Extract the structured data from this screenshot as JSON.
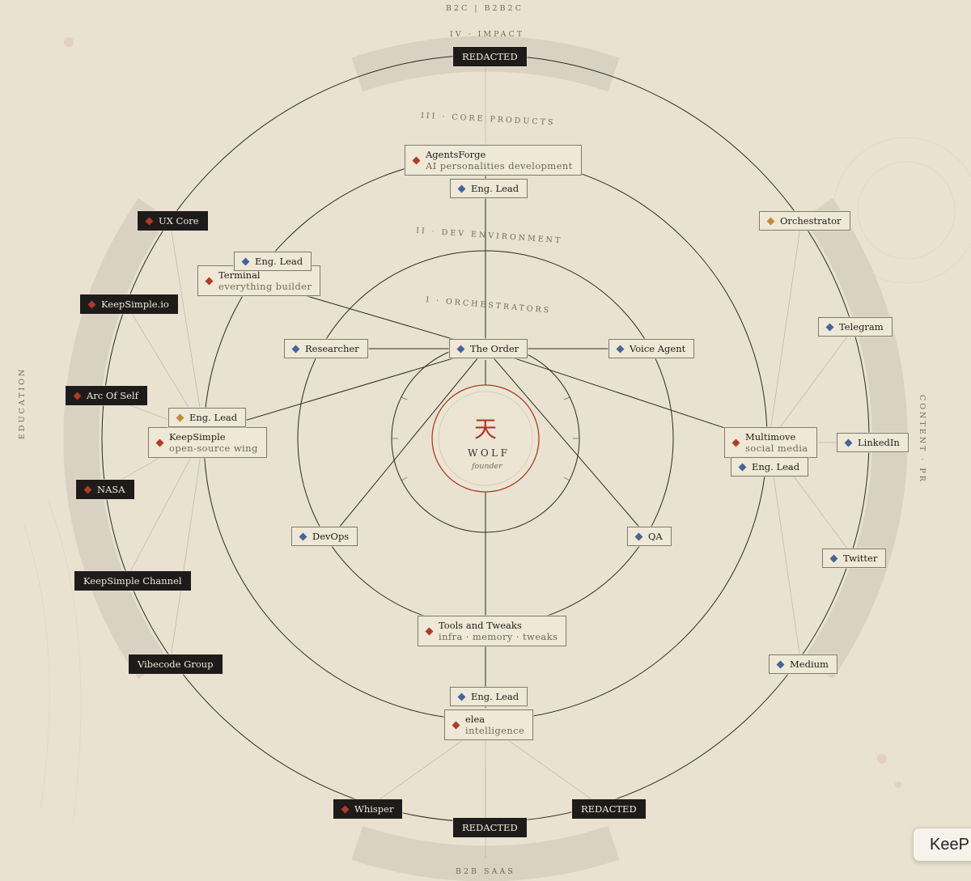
{
  "colors": {
    "background": "#e9e2d0",
    "ring": "#2b2a27",
    "band": "#d7d0c1",
    "red": "#b23a26",
    "blue": "#46649b",
    "gold": "#c08a3a"
  },
  "top_label": "B2C | B2B2C",
  "bottom_label": "B2B SAAS",
  "left_label": "EDUCATION",
  "right_label": "CONTENT · PR",
  "ring_labels": {
    "impact": "IV · IMPACT",
    "core": "III · CORE PRODUCTS",
    "dev": "II · DEV ENVIRONMENT",
    "orch": "I · ORCHESTRATORS"
  },
  "center": {
    "glyph": "天",
    "name": "WOLF",
    "role": "founder"
  },
  "nodes": {
    "redacted_top": {
      "label": "REDACTED"
    },
    "agentsforge": {
      "label": "AgentsForge",
      "sub": "AI personalities development"
    },
    "eng_lead_af": {
      "label": "Eng. Lead"
    },
    "terminal": {
      "label": "Terminal",
      "sub": "everything builder"
    },
    "eng_lead_term": {
      "label": "Eng. Lead"
    },
    "researcher": {
      "label": "Researcher"
    },
    "the_order": {
      "label": "The Order"
    },
    "voice_agent": {
      "label": "Voice Agent"
    },
    "keepsimple": {
      "label": "KeepSimple",
      "sub": "open-source wing"
    },
    "eng_lead_ks": {
      "label": "Eng. Lead"
    },
    "multimove": {
      "label": "Multimove",
      "sub": "social media"
    },
    "eng_lead_mm": {
      "label": "Eng. Lead"
    },
    "devops": {
      "label": "DevOps"
    },
    "qa": {
      "label": "QA"
    },
    "tools": {
      "label": "Tools and Tweaks",
      "sub": "infra · memory · tweaks"
    },
    "eng_lead_elea": {
      "label": "Eng. Lead"
    },
    "elea": {
      "label": "elea",
      "sub": "intelligence"
    },
    "ux_core": {
      "label": "UX Core"
    },
    "keepsimple_io": {
      "label": "KeepSimple.io"
    },
    "arc_of_self": {
      "label": "Arc Of Self"
    },
    "nasa": {
      "label": "NASA"
    },
    "ks_channel": {
      "label": "KeepSimple Channel"
    },
    "vibecode": {
      "label": "Vibecode Group"
    },
    "orchestrator": {
      "label": "Orchestrator"
    },
    "telegram": {
      "label": "Telegram"
    },
    "linkedin": {
      "label": "LinkedIn"
    },
    "twitter": {
      "label": "Twitter"
    },
    "medium": {
      "label": "Medium"
    },
    "whisper": {
      "label": "Whisper"
    },
    "redacted_bottom": {
      "label": "REDACTED"
    },
    "redacted_right": {
      "label": "REDACTED"
    }
  },
  "corner_tab": {
    "label": "KeeP"
  }
}
